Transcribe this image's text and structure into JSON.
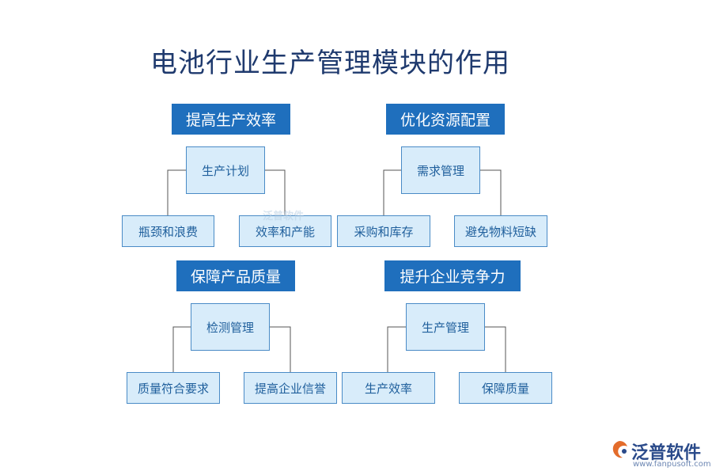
{
  "title": "电池行业生产管理模块的作用",
  "sections": [
    {
      "header": "提高生产效率",
      "center": "生产计划",
      "left": "瓶颈和浪费",
      "right": "效率和产能"
    },
    {
      "header": "优化资源配置",
      "center": "需求管理",
      "left": "采购和库存",
      "right": "避免物料短缺"
    },
    {
      "header": "保障产品质量",
      "center": "检测管理",
      "left": "质量符合要求",
      "right": "提高企业信誉"
    },
    {
      "header": "提升企业竞争力",
      "center": "生产管理",
      "left": "生产效率",
      "right": "保障质量"
    }
  ],
  "watermark": "泛普软件",
  "logo": {
    "name": "泛普软件",
    "url": "www.fanpusoft.com"
  },
  "colors": {
    "header_bg": "#1f6fbd",
    "box_bg": "#d8ecfa",
    "box_border": "#4a8bc6",
    "title_text": "#1f3a6e"
  }
}
